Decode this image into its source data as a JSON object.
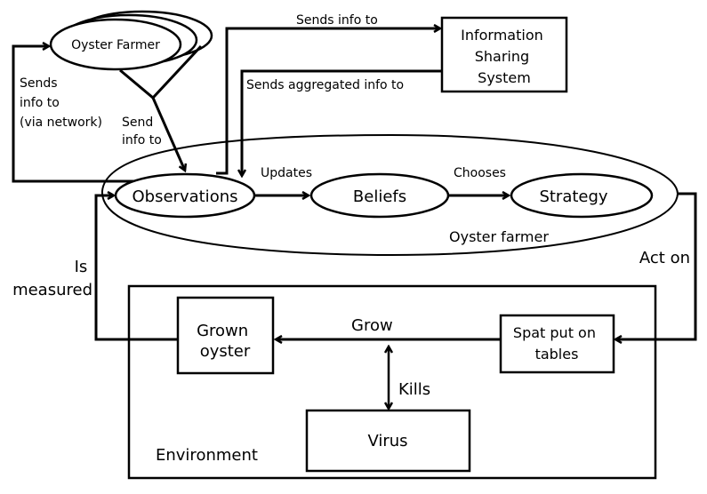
{
  "nodes": {
    "oyster_farmer_agent": "Oyster Farmer",
    "info_system": [
      "Information",
      "Sharing",
      "System"
    ],
    "observations": "Observations",
    "beliefs": "Beliefs",
    "strategy": "Strategy",
    "oyster_farmer_group": "Oyster farmer",
    "grown_oyster": [
      "Grown",
      "oyster"
    ],
    "spat": [
      "Spat put on",
      "tables"
    ],
    "virus": "Virus",
    "environment": "Environment"
  },
  "edges": {
    "network": [
      "Sends",
      "info to",
      "(via network)"
    ],
    "send_info": [
      "Send",
      "info to"
    ],
    "sends_info_to": "Sends info to",
    "sends_aggregated": "Sends aggregated info to",
    "updates": "Updates",
    "chooses": "Chooses",
    "act_on": "Act on",
    "is_measured": [
      "Is",
      "measured"
    ],
    "grow": "Grow",
    "kills": "Kills"
  }
}
